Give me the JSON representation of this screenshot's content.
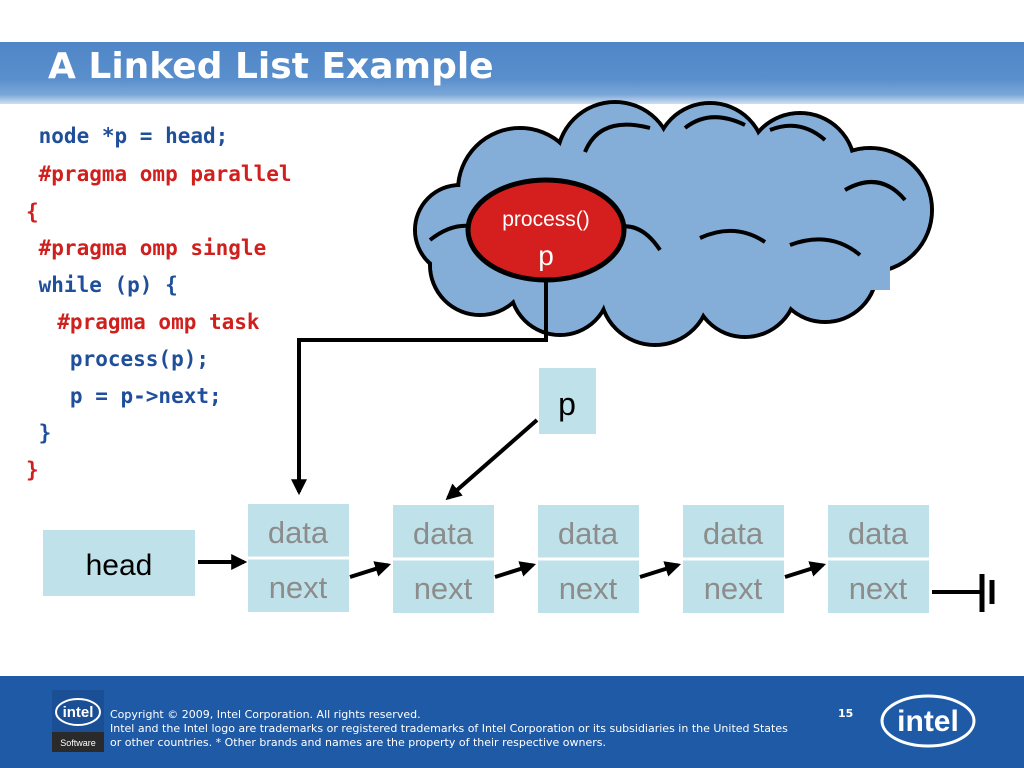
{
  "slide": {
    "title": "A Linked List Example",
    "code_lines": [
      {
        "text": " node *p = head;",
        "color": "blue"
      },
      {
        "text": " #pragma omp parallel",
        "color": "red"
      },
      {
        "text": "{",
        "color": "red"
      },
      {
        "text": " #pragma omp single",
        "color": "red"
      },
      {
        "text": " while (p) {",
        "color": "blue"
      },
      {
        "text": "  #pragma omp task",
        "color": "red"
      },
      {
        "text": "   process(p);",
        "color": "blue"
      },
      {
        "text": "   p = p->next;",
        "color": "blue"
      },
      {
        "text": " }",
        "color": "blue"
      },
      {
        "text": "}",
        "color": "red"
      }
    ],
    "cloud": {
      "func_label": "process()",
      "var_label": "p"
    },
    "pointer_box": "p",
    "head_label": "head",
    "nodes": [
      {
        "data": "data",
        "next": "next"
      },
      {
        "data": "data",
        "next": "next"
      },
      {
        "data": "data",
        "next": "next"
      },
      {
        "data": "data",
        "next": "next"
      },
      {
        "data": "data",
        "next": "next"
      }
    ]
  },
  "footer": {
    "copyright": "Copyright © 2009, Intel Corporation. All rights reserved.",
    "trademark_line1": "Intel and the Intel logo are trademarks or registered trademarks of Intel Corporation or its subsidiaries in the United States",
    "trademark_line2": "or other countries. * Other brands and names are the property of their respective owners.",
    "page_number": "15",
    "logo_small_text": "intel",
    "logo_small_sub": "Software",
    "logo_big_text": "intel"
  },
  "colors": {
    "title_bar": "#4f86c6",
    "code_blue": "#1f4f9a",
    "code_red": "#d0201e",
    "cloud_fill": "#84aed8",
    "node_fill": "#bfe2ea",
    "node_text": "#8c8c8c",
    "oval_fill": "#d51f1f",
    "footer_bg": "#1f5aa6"
  }
}
